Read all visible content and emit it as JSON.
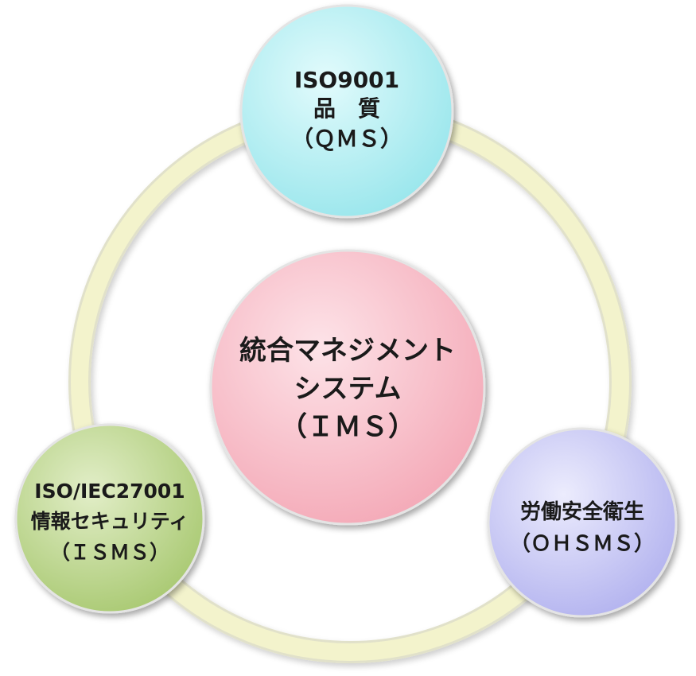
{
  "diagram": {
    "center": {
      "lines": [
        "統合マネジメント",
        "システム",
        "（ＩＭＳ）"
      ],
      "color": "#f6b4c0"
    },
    "top": {
      "lines": [
        "ISO9001",
        "品　質",
        "（ＱＭＳ）"
      ],
      "color": "#aeeef2"
    },
    "left": {
      "lines": [
        "ISO/IEC27001",
        "情報セキュリティ",
        "（ＩＳＭＳ）"
      ],
      "color": "#bcd58c"
    },
    "right": {
      "lines": [
        "労働安全衛生",
        "（ＯＨＳＭＳ）"
      ],
      "color": "#c6c6f4"
    },
    "ring_color": "#f2f2c6"
  }
}
